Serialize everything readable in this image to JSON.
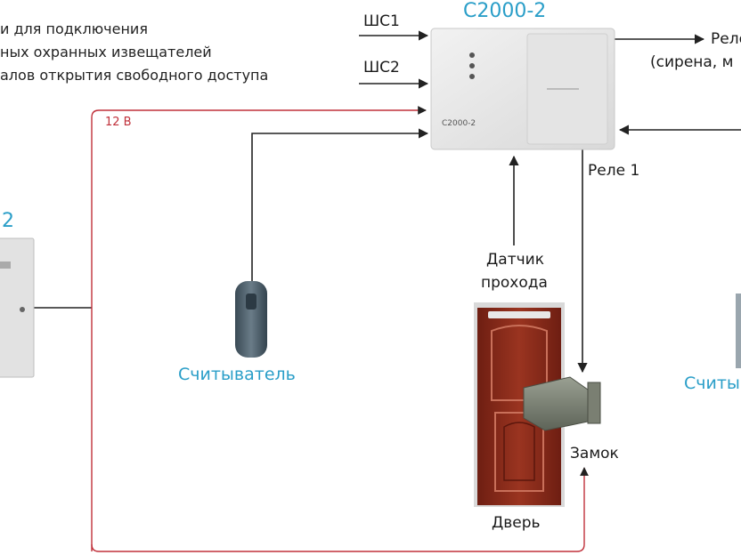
{
  "intro_lines": [
    "и для подключения",
    "ных охранных извещателей",
    "алов открытия свободного доступа"
  ],
  "controller": {
    "title": "С2000-2",
    "input1": "ШС1",
    "input2": "ШС2",
    "panel_text": "С2000-2"
  },
  "relay2": {
    "line1": "Реле",
    "line2": "(сирена, м"
  },
  "relay1": "Реле 1",
  "power": "12 В",
  "reader_left": "Считыватель",
  "reader_right": "Считы",
  "left_device_label": "2",
  "sensor": {
    "line1": "Датчик",
    "line2": "прохода"
  },
  "lock": "Замок",
  "door": "Дверь",
  "colors": {
    "accent": "#2a9ec8",
    "power_wire": "#c0303a",
    "wire": "#222222",
    "door": "#8a2a1c"
  }
}
